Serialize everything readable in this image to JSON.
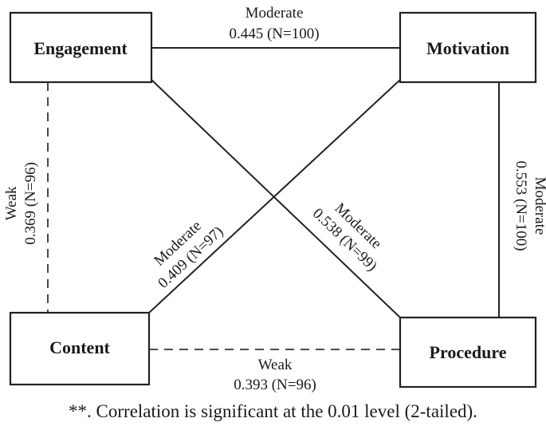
{
  "nodes": {
    "engagement": "Engagement",
    "motivation": "Motivation",
    "content": "Content",
    "procedure": "Procedure"
  },
  "edges": {
    "engagement_motivation": {
      "strength": "Moderate",
      "value": "0.445 (N=100)"
    },
    "engagement_content": {
      "strength": "Weak",
      "value": "0.369 (N=96)"
    },
    "motivation_procedure": {
      "strength": "Moderate",
      "value": "0.553 (N=100)"
    },
    "content_motivation": {
      "strength": "Moderate",
      "value": "0.409 (N=97)"
    },
    "engagement_procedure": {
      "strength": "Moderate",
      "value": "0.538 (N=99)"
    },
    "content_procedure": {
      "strength": "Weak",
      "value": "0.393 (N=96)"
    }
  },
  "caption": "**. Correlation is significant at the 0.01 level (2-tailed)."
}
